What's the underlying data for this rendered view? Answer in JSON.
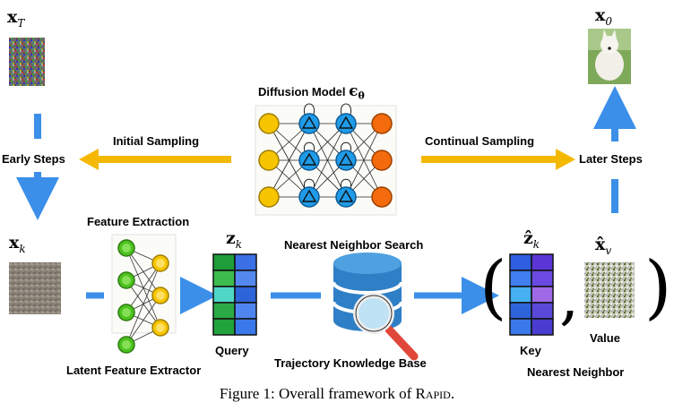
{
  "labels": {
    "x_T": "x",
    "x_T_sub": "T",
    "x_0": "x",
    "x_0_sub": "0",
    "x_k": "x",
    "x_k_sub": "k",
    "z_k": "z",
    "z_k_sub": "k",
    "zhat_k": "ẑ",
    "zhat_k_sub": "k",
    "xhat_v": "x̂",
    "xhat_v_sub": "v",
    "diffusion_model": "Diffusion Model",
    "diffusion_symbol": "ϵ",
    "diffusion_symbol_sub": "θ",
    "initial_sampling": "Initial Sampling",
    "continual_sampling": "Continual Sampling",
    "early_steps": "Early Steps",
    "later_steps": "Later Steps",
    "feature_extraction": "Feature Extraction",
    "latent_feature_extractor": "Latent Feature Extractor",
    "query": "Query",
    "nn_search": "Nearest Neighbor Search",
    "trajectory_kb": "Trajectory Knowledge Base",
    "key": "Key",
    "value": "Value",
    "nearest_neighbor": "Nearest Neighbor",
    "paren_open": "(",
    "paren_close": ")",
    "comma": ","
  },
  "caption": {
    "prefix": "Figure 1: Overall framework of ",
    "name": "Rapid",
    "suffix": "."
  },
  "colors": {
    "blue_arrow": "#3b8fe8",
    "orange_arrow": "#f5b800",
    "node_yellow": "#f7c500",
    "node_blue": "#1f9be8",
    "node_orange": "#f36b0c",
    "node_green": "#4cc21f",
    "db_blue": "#2f7fc6",
    "search_red": "#e0473a"
  }
}
